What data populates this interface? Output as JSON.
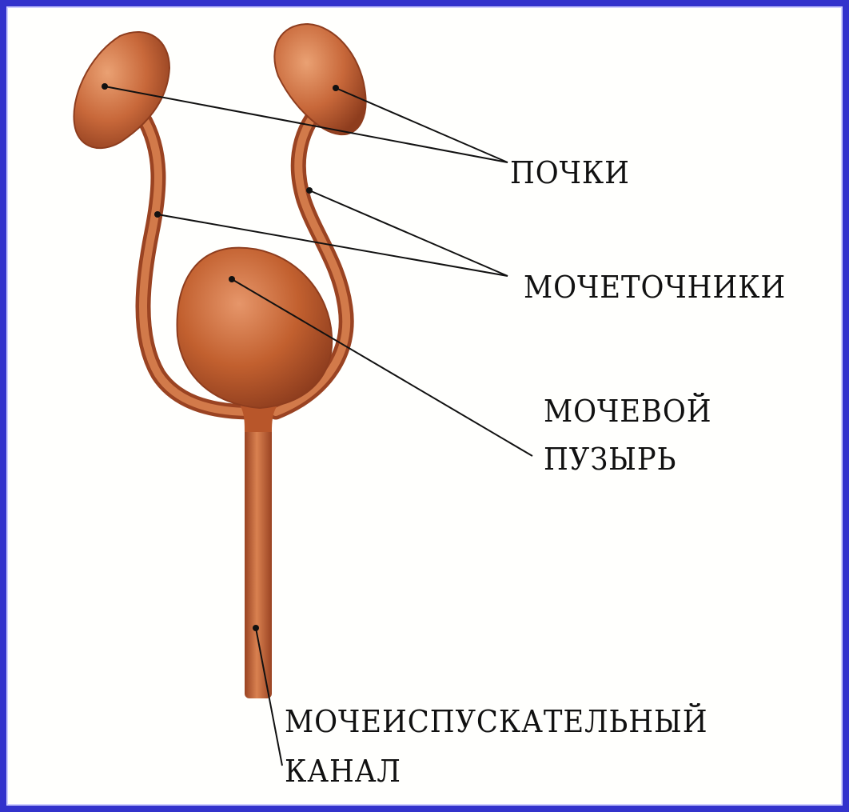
{
  "colors": {
    "border": "#3333cc",
    "background": "#fffffd",
    "organ": "#c8683a",
    "organ_dark": "#9a4322",
    "organ_light": "#e6966a",
    "leader_line": "#111111"
  },
  "labels": {
    "kidneys": "ПОЧКИ",
    "ureters": "МОЧЕТОЧНИКИ",
    "bladder_line1": "МОЧЕВОЙ",
    "bladder_line2": "ПУЗЫРЬ",
    "urethra_line1": "МОЧЕИСПУСКАТЕЛЬНЫЙ",
    "urethra_line2": "КАНАЛ"
  }
}
